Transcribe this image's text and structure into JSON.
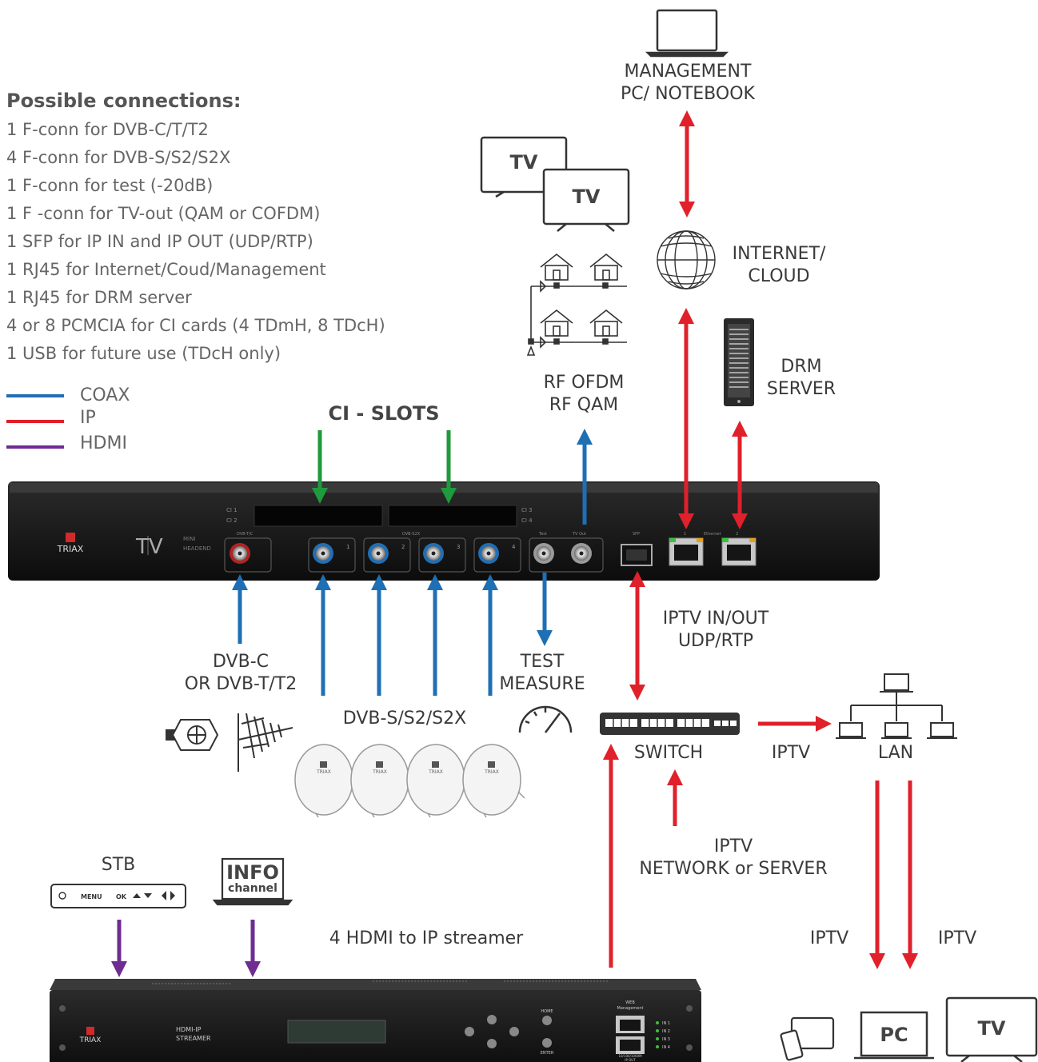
{
  "connections": {
    "title": "Possible connections:",
    "items": [
      "1 F-conn for DVB-C/T/T2",
      "4 F-conn for DVB-S/S2/S2X",
      "1 F-conn for test (-20dB)",
      "1 F -conn for TV-out (QAM or COFDM)",
      "1 SFP for IP IN and IP OUT (UDP/RTP)",
      "1 RJ45 for Internet/Coud/Management",
      "1 RJ45 for DRM server",
      "4 or 8 PCMCIA for CI cards (4 TDmH, 8 TDcH)",
      "1 USB for future use (TDcH only)"
    ]
  },
  "legend": [
    {
      "label": "COAX",
      "color": "#1f6fb5"
    },
    {
      "label": "IP",
      "color": "#e0202a"
    },
    {
      "label": "HDMI",
      "color": "#6f2c91"
    }
  ],
  "labels": {
    "management_1": "MANAGEMENT",
    "management_2": "PC/ NOTEBOOK",
    "internet_1": "INTERNET/",
    "internet_2": "CLOUD",
    "drm_1": "DRM",
    "drm_2": "SERVER",
    "rf_1": "RF OFDM",
    "rf_2": "RF QAM",
    "ci_slots": "CI - SLOTS",
    "iptv_inout_1": "IPTV IN/OUT",
    "iptv_inout_2": "UDP/RTP",
    "dvbc_1": "DVB-C",
    "dvbc_2": "OR DVB-T/T2",
    "test_1": "TEST",
    "test_2": "MEASURE",
    "dvbs": "DVB-S/S2/S2X",
    "switch": "SWITCH",
    "iptv_a": "IPTV",
    "lan": "LAN",
    "iptv_net_1": "IPTV",
    "iptv_net_2": "NETWORK or SERVER",
    "stb": "STB",
    "streamer": "4 HDMI to IP streamer",
    "iptv_b": "IPTV",
    "iptv_c": "IPTV",
    "tv1": "TV",
    "tv2": "TV",
    "tv3": "TV",
    "pc": "PC",
    "info_1": "INFO",
    "info_2": "channel"
  },
  "device1": {
    "brand": "TRIAX",
    "model": "TV",
    "model_sub_1": "MINI",
    "model_sub_2": "HEADEND",
    "ci1": "CI 1",
    "ci2": "CI 2",
    "ci3": "CI 3",
    "ci4": "CI 4",
    "port_dvbtc": "DVB-T/C",
    "port_dvbs2x": "DVB-S2X",
    "port_test": "Test",
    "port_tvout": "TV Out",
    "port_sfp": "SFP",
    "port_ethernet": "Ethernet",
    "sat1": "1",
    "sat2": "2",
    "sat3": "3",
    "sat4": "4",
    "eth1": "1",
    "eth2": "2"
  },
  "switch_device": {},
  "stb_buttons": {
    "menu": "MENU",
    "ok": "OK"
  },
  "dish_brand": "TRIAX",
  "device2": {
    "brand": "TRIAX",
    "model_1": "HDMI-IP",
    "model_2": "STREAMER",
    "home": "HOME",
    "enter": "ENTER",
    "web_1": "WEB",
    "web_2": "Management",
    "ipout_1": "10/100/1000M",
    "ipout_2": "IP OUT",
    "in1": "IN 1",
    "in2": "IN 2",
    "in3": "IN 3",
    "in4": "IN 4"
  },
  "colors": {
    "coax": "#1f6fb5",
    "ip": "#e0202a",
    "hdmi": "#6f2c91",
    "ci": "#1f9a3c"
  }
}
